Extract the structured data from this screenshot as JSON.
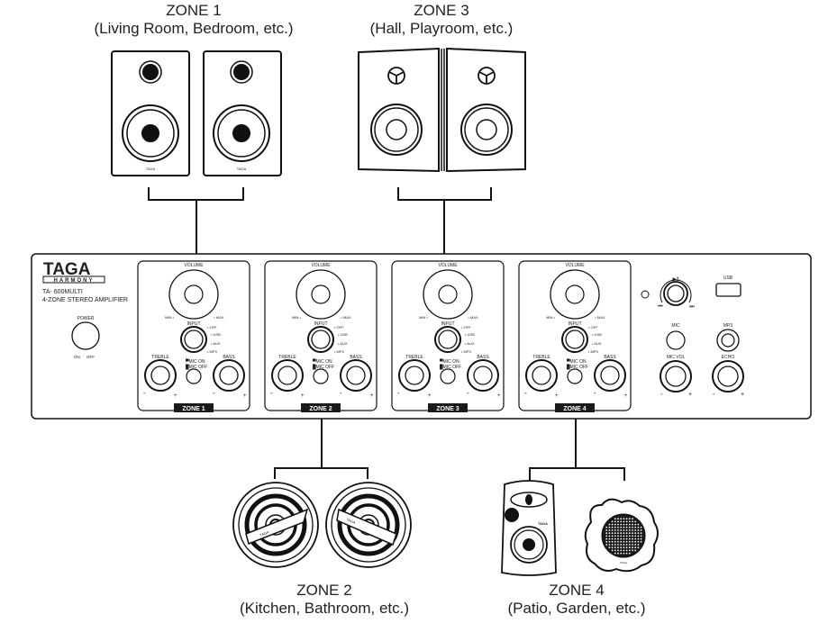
{
  "zones": [
    {
      "id": 1,
      "title": "ZONE 1",
      "subtitle": "(Living Room, Bedroom, etc.)",
      "speaker_type": "bookshelf",
      "speaker_brand": "TAGA"
    },
    {
      "id": 2,
      "title": "ZONE 2",
      "subtitle": "(Kitchen, Bathroom, etc.)",
      "speaker_type": "in-ceiling",
      "speaker_brand": "TAGA"
    },
    {
      "id": 3,
      "title": "ZONE 3",
      "subtitle": "(Hall, Playroom, etc.)",
      "speaker_type": "bookshelf-angled",
      "speaker_brand": ""
    },
    {
      "id": 4,
      "title": "ZONE 4",
      "subtitle": "(Patio, Garden, etc.)",
      "speaker_type": "outdoor / rock",
      "speaker_brand": "TAGA"
    }
  ],
  "amplifier": {
    "brand": "TAGA",
    "brand_sub": "HARMONY",
    "model": "TA- 600MULTI",
    "description": "4-ZONE STEREO AMPLIFIER",
    "power_label": "POWER",
    "power_on": "ON",
    "power_off": "OFF",
    "zone_panel": {
      "volume": "VOLUME",
      "min": "MIN",
      "max": "MAX",
      "input": "INPUT",
      "input_options": [
        "OFF",
        "USB",
        "AUX",
        "MP3"
      ],
      "treble": "TREBLE",
      "bass": "BASS",
      "mic_on": "MIC ON",
      "mic_off": "MIC OFF",
      "minus": "-",
      "plus": "+"
    },
    "zone_labels": [
      "ZONE 1",
      "ZONE 2",
      "ZONE 3",
      "ZONE 4"
    ],
    "usb_label": "USB",
    "mic_label": "MIC",
    "mp3_label": "MP3",
    "mic_vol_label": "MIC VOL",
    "echo_label": "ECHO",
    "transport_icons": [
      "play-pause-icon",
      "previous-icon",
      "next-icon"
    ]
  }
}
